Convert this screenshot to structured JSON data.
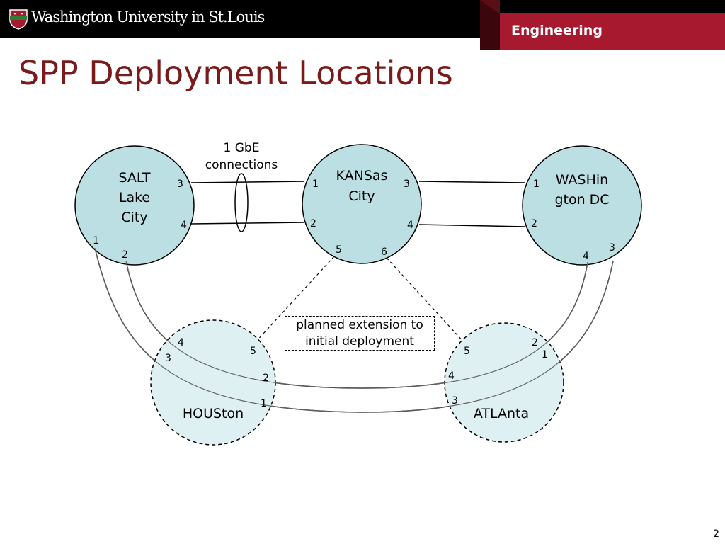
{
  "header": {
    "university": "Washington University in St.Louis",
    "school": "Engineering"
  },
  "title": "SPP Deployment Locations",
  "page_number": "2",
  "colors": {
    "title": "#7a1b1b",
    "tab": "#a6192e",
    "node_fill": "#bcdfe3",
    "planned_fill": "#dff0f2"
  },
  "annotations": {
    "gbe_line1": "1 GbE",
    "gbe_line2": "connections",
    "planned_line1": "planned extension to",
    "planned_line2": "initial deployment"
  },
  "nodes": {
    "salt": {
      "lines": [
        "SALT",
        "Lake",
        "City"
      ],
      "ports": [
        "3",
        "4",
        "1",
        "2"
      ]
    },
    "kansas": {
      "lines": [
        "KANSas",
        "City"
      ],
      "ports": [
        "1",
        "3",
        "2",
        "4",
        "5",
        "6"
      ]
    },
    "washington": {
      "lines": [
        "WASHin",
        "gton DC"
      ],
      "ports": [
        "1",
        "2",
        "3",
        "4"
      ]
    },
    "houston": {
      "lines": [
        "HOUSton"
      ],
      "ports": [
        "4",
        "5",
        "3",
        "2",
        "1"
      ]
    },
    "atlanta": {
      "lines": [
        "ATLAnta"
      ],
      "ports": [
        "2",
        "1",
        "5",
        "4",
        "3"
      ]
    }
  }
}
